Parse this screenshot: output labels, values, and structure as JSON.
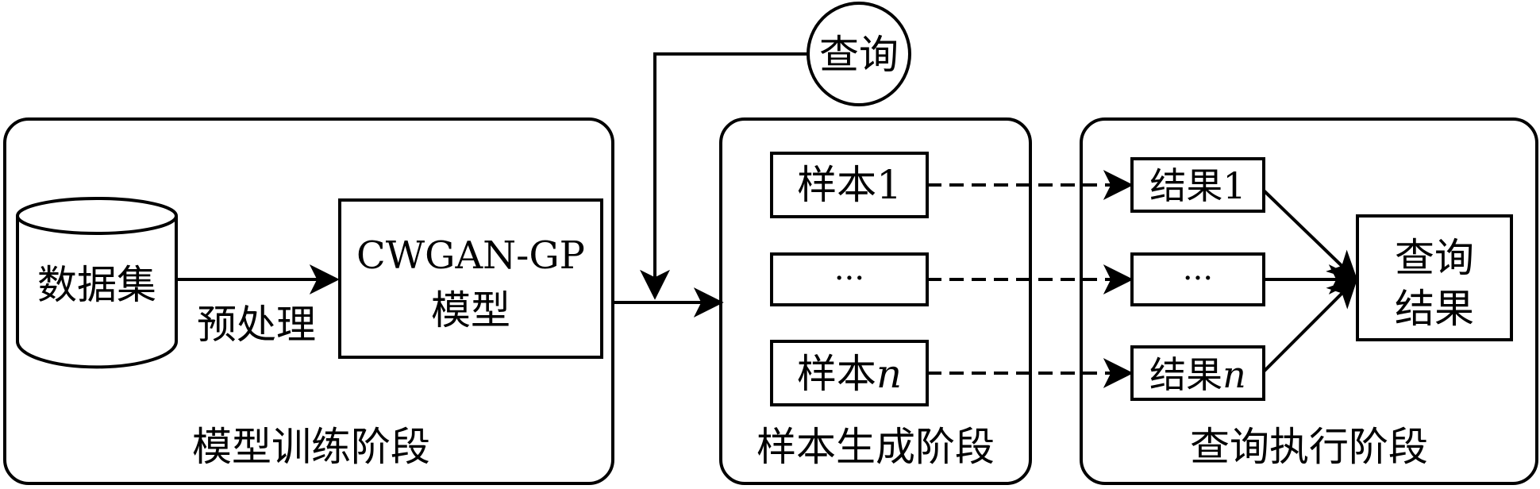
{
  "query_node": {
    "label": "查询"
  },
  "stages": {
    "training": {
      "title": "模型训练阶段",
      "dataset": "数据集",
      "preprocess": "预处理",
      "model_line1": "CWGAN-GP",
      "model_line2": "模型"
    },
    "sampling": {
      "title": "样本生成阶段",
      "sample_first": {
        "prefix": "样本",
        "index": "1"
      },
      "sample_middle": "···",
      "sample_last": {
        "prefix": "样本",
        "index": "n"
      }
    },
    "execution": {
      "title": "查询执行阶段",
      "result_first": {
        "prefix": "结果",
        "index": "1"
      },
      "result_middle": "···",
      "result_last": {
        "prefix": "结果",
        "index": "n"
      },
      "final_line1": "查询",
      "final_line2": "结果"
    }
  }
}
